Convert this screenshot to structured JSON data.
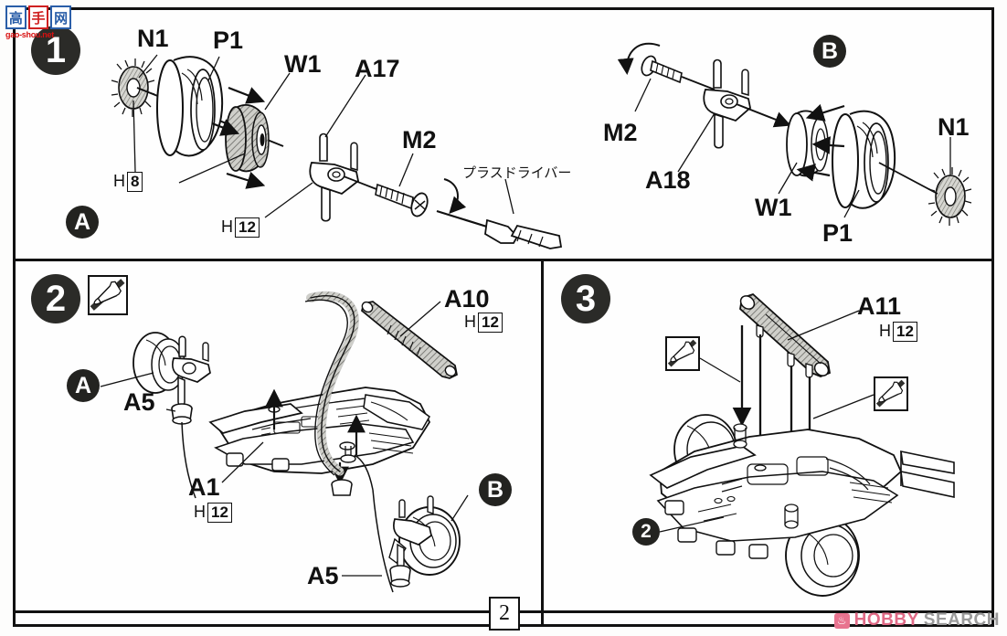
{
  "document": {
    "type": "model-kit-assembly-instructions",
    "page_number": "2"
  },
  "watermarks": {
    "top_left": {
      "chars": [
        "高",
        "手",
        "网"
      ],
      "url": "gao-shou.net"
    },
    "bottom_right": {
      "icon": "flame-icon",
      "brand_primary": "HOBBY",
      "brand_secondary": "SEARCH"
    }
  },
  "steps": [
    {
      "id": "step-1",
      "number": "1",
      "subassemblies": [
        {
          "id": "sub-a",
          "label": "A"
        },
        {
          "id": "sub-b",
          "label": "B"
        }
      ],
      "parts": [
        {
          "id": "p-n1-left",
          "label": "N1",
          "runner": null
        },
        {
          "id": "p-p1-left",
          "label": "P1",
          "runner": null
        },
        {
          "id": "p-w1-left",
          "label": "W1",
          "runner": null
        },
        {
          "id": "p-a17",
          "label": "A17",
          "runner": null
        },
        {
          "id": "p-m2-left",
          "label": "M2",
          "runner": null
        },
        {
          "id": "p-m2-right",
          "label": "M2",
          "runner": null
        },
        {
          "id": "p-a18",
          "label": "A18",
          "runner": null
        },
        {
          "id": "p-w1-right",
          "label": "W1",
          "runner": null
        },
        {
          "id": "p-p1-right",
          "label": "P1",
          "runner": null
        },
        {
          "id": "p-n1-right",
          "label": "N1",
          "runner": null
        }
      ],
      "runner_markers": [
        {
          "id": "h8",
          "prefix": "H",
          "number": "8"
        },
        {
          "id": "h12",
          "prefix": "H",
          "number": "12"
        }
      ],
      "tool_caption": "プラスドライバー"
    },
    {
      "id": "step-2",
      "number": "2",
      "no_glue": true,
      "subassemblies": [
        {
          "id": "sub-a-ref",
          "label": "A"
        },
        {
          "id": "sub-b-ref",
          "label": "B"
        }
      ],
      "parts": [
        {
          "id": "p-a5-top",
          "label": "A5",
          "runner": null
        },
        {
          "id": "p-a5-bottom",
          "label": "A5",
          "runner": null
        },
        {
          "id": "p-a10",
          "label": "A10",
          "runner": {
            "prefix": "H",
            "number": "12"
          }
        },
        {
          "id": "p-a1",
          "label": "A1",
          "runner": {
            "prefix": "H",
            "number": "12"
          }
        }
      ]
    },
    {
      "id": "step-3",
      "number": "3",
      "no_glue": true,
      "subassemblies": [
        {
          "id": "sub-2-ref",
          "label": "2"
        }
      ],
      "parts": [
        {
          "id": "p-a11",
          "label": "A11",
          "runner": {
            "prefix": "H",
            "number": "12"
          }
        }
      ],
      "no_glue_markers": 2
    }
  ],
  "colors": {
    "ink": "#111111",
    "badge_fill": "#2b2b28",
    "paper": "#fefefe",
    "hatch_fill": "#b9b9b4",
    "brand_pink": "#e06a86",
    "brand_gray": "#9a9a9a",
    "wm_blue": "#2a5ea8",
    "wm_red": "#cf2020"
  }
}
